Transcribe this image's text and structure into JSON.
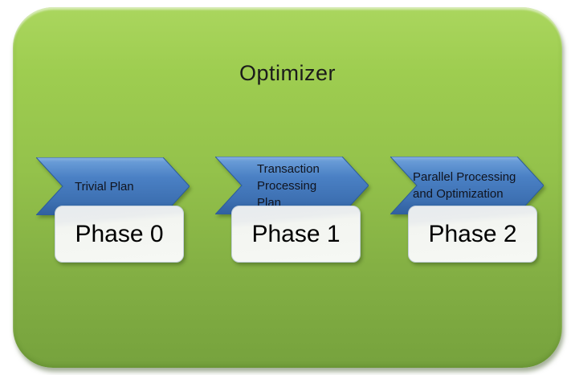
{
  "diagram": {
    "title": "Optimizer",
    "phases": [
      {
        "arrow_label": "Trivial Plan",
        "phase_label": "Phase 0"
      },
      {
        "arrow_label": "Transaction Processing Plan",
        "phase_label": "Phase 1"
      },
      {
        "arrow_label": "Parallel Processing and Optimization",
        "phase_label": "Phase 2"
      }
    ],
    "colors": {
      "container_green_top": "#aad65e",
      "container_green_bottom": "#76a23d",
      "arrow_blue_top": "#8cb4e2",
      "arrow_blue_bottom": "#30609f",
      "phase_card_background": "#f6f8f4",
      "text": "#000000"
    }
  }
}
